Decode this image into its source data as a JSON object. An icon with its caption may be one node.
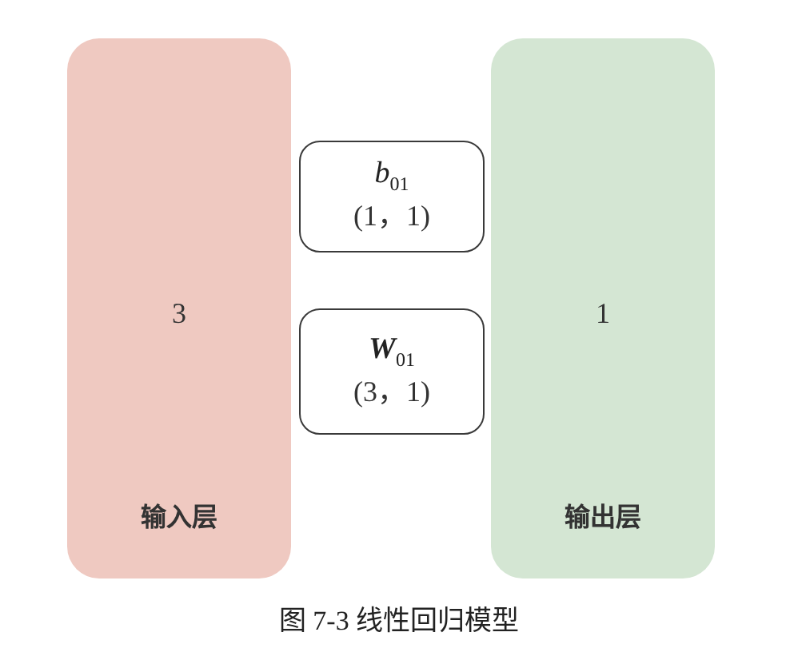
{
  "diagram": {
    "caption": "图 7-3 线性回归模型",
    "nodes": [
      {
        "text": [
          "3",
          "输入层"
        ]
      },
      {
        "text": [
          "*b*$_{01}$",
          "(1，1)"
        ]
      },
      {
        "text": [
          "**W**$_{01}$",
          "(3，1)"
        ]
      },
      {
        "text": [
          "1",
          "输出层"
        ]
      }
    ],
    "edges": []
  }
}
